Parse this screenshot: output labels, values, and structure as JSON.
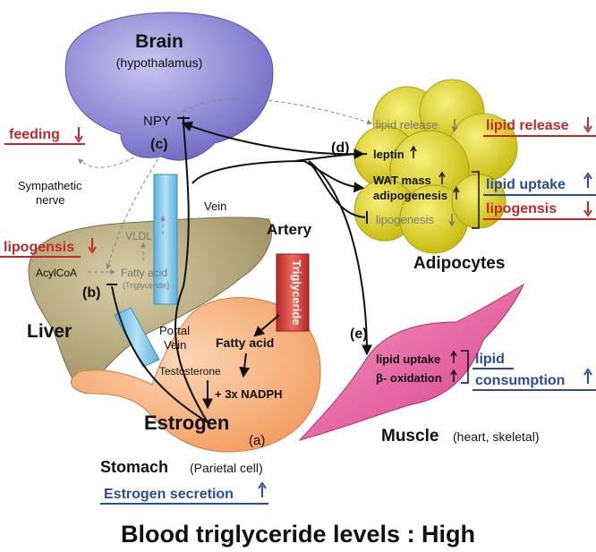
{
  "title": "Blood triglyceride levels : High",
  "colors": {
    "red": "#c0282c",
    "blue": "#2a4a9c",
    "brain": "#8c86d4",
    "liver": "#b9ab7e",
    "stomach": "#f7b07e",
    "adipocyte": "#e8dc2c",
    "muscle": "#ea4f9a",
    "vein": "#79c4e6"
  },
  "brain": {
    "label": "Brain",
    "sub": "(hypothalamus)",
    "npy": "NPY",
    "tag": "(c)"
  },
  "left": {
    "feeding": "feeding",
    "sympathetic1": "Sympathetic",
    "sympathetic2": "nerve",
    "lipogensis": "lipogensis"
  },
  "liver": {
    "label": "Liver",
    "acylcoa": "AcylCoA",
    "fatty_acid": "Fatty acid",
    "triglyceride_small": "(Triglyceride)",
    "vldl": "VLDL",
    "tag": "(b)"
  },
  "vessels": {
    "vein": "Vein",
    "artery": "Artery",
    "portal1": "Portal",
    "portal2": "Vein",
    "triglyceride": "Triglyceride"
  },
  "stomach": {
    "label": "Stomach",
    "sub": "(Parietal cell)",
    "fatty_acid": "Fatty acid",
    "testosterone": "Testosterone",
    "nadph": "+ 3x NADPH",
    "estrogen": "Estrogen",
    "tag": "(a)",
    "secretion": "Estrogen secretion"
  },
  "adipocytes": {
    "label": "Adipocytes",
    "tag": "(d)",
    "lipid_release": "lipid release",
    "leptin": "leptin",
    "wat": "WAT mass",
    "adipogenesis": "adipogenesis",
    "lipogenesis": "lipogenesis"
  },
  "right": {
    "lipid_release": "lipid release",
    "lipid_uptake": "lipid uptake",
    "lipogensis": "lipogensis",
    "lipid": "lipid",
    "consumption": "consumption"
  },
  "muscle": {
    "label": "Muscle",
    "sub": "(heart, skeletal)",
    "tag": "(e)",
    "uptake": "lipid uptake",
    "oxidation": "β- oxidation"
  }
}
